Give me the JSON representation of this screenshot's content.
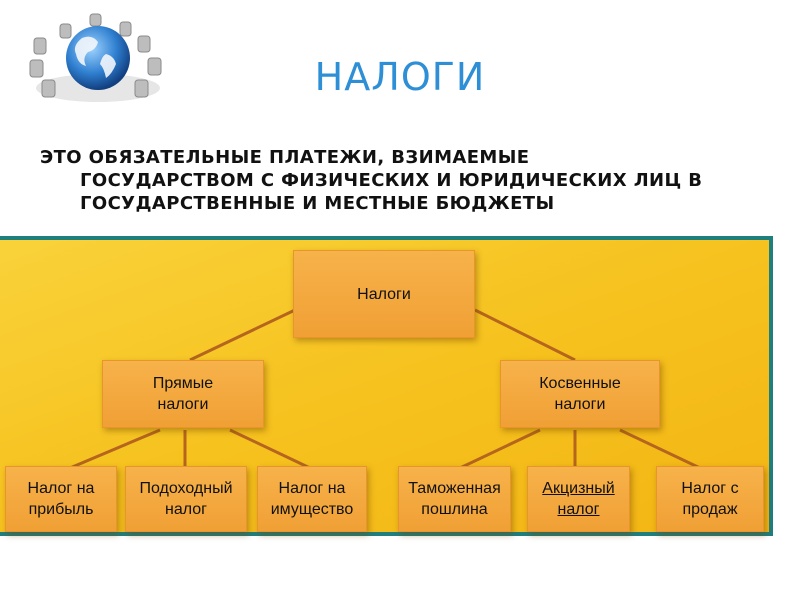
{
  "header": {
    "title": "НАЛОГИ",
    "definition": {
      "line1": "ЭТО ОБЯЗАТЕЛЬНЫЕ ПЛАТЕЖИ, ВЗИМАЕМЫЕ",
      "line2": "ГОСУДАРСТВОМ С ФИЗИЧЕСКИХ И ЮРИДИЧЕСКИХ ЛИЦ В",
      "line3": "ГОСУДАРСТВЕННЫЕ И МЕСТНЫЕ БЮДЖЕТЫ"
    }
  },
  "diagram": {
    "root": "Налоги",
    "direct": "Прямые\nналоги",
    "indirect": "Косвенные\nналоги",
    "profit_tax": "Налог на\nприбыль",
    "income_tax": "Подоходный\nналог",
    "property_tax": "Налог на\nимущество",
    "customs_duty": "Таможенная\nпошлина",
    "excise_tax": "Акцизный\nналог",
    "sales_tax": "Налог с\nпродаж"
  },
  "colors": {
    "title": "#2e8fd6",
    "panel_border": "#1f7e7e",
    "panel_fill": "#f6c21e",
    "node_fill": "#f2a63d",
    "connector": "#b5651d"
  },
  "icons": {
    "logo": "globe-with-chairs-icon"
  }
}
